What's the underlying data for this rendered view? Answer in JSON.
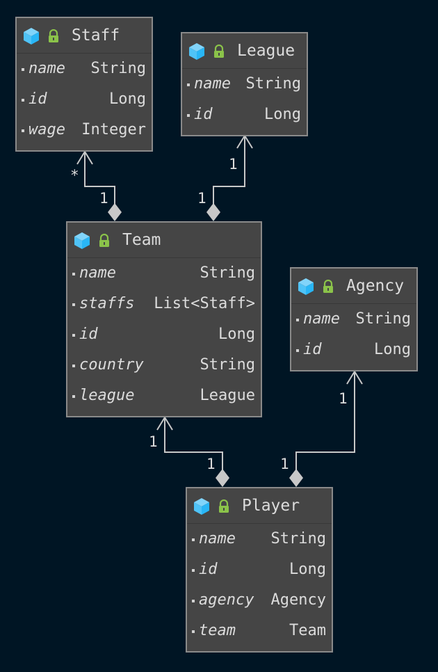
{
  "classes": {
    "staff": {
      "name": "Staff",
      "attributes": [
        {
          "name": "name",
          "type": "String"
        },
        {
          "name": "id",
          "type": "Long"
        },
        {
          "name": "wage",
          "type": "Integer"
        }
      ]
    },
    "league": {
      "name": "League",
      "attributes": [
        {
          "name": "name",
          "type": "String"
        },
        {
          "name": "id",
          "type": "Long"
        }
      ]
    },
    "team": {
      "name": "Team",
      "attributes": [
        {
          "name": "name",
          "type": "String"
        },
        {
          "name": "staffs",
          "type": "List<Staff>"
        },
        {
          "name": "id",
          "type": "Long"
        },
        {
          "name": "country",
          "type": "String"
        },
        {
          "name": "league",
          "type": "League"
        }
      ]
    },
    "agency": {
      "name": "Agency",
      "attributes": [
        {
          "name": "name",
          "type": "String"
        },
        {
          "name": "id",
          "type": "Long"
        }
      ]
    },
    "player": {
      "name": "Player",
      "attributes": [
        {
          "name": "name",
          "type": "String"
        },
        {
          "name": "id",
          "type": "Long"
        },
        {
          "name": "agency",
          "type": "Agency"
        },
        {
          "name": "team",
          "type": "Team"
        }
      ]
    }
  },
  "relations": {
    "team_staff": {
      "owner_mult": "1",
      "target_mult": "*"
    },
    "team_league": {
      "owner_mult": "1",
      "target_mult": "1"
    },
    "player_team": {
      "owner_mult": "1",
      "target_mult": "1"
    },
    "player_agency": {
      "owner_mult": "1",
      "target_mult": "1"
    }
  },
  "colors": {
    "background": "#001524",
    "class_fill": "#454545",
    "class_border": "#8a8a8a",
    "class_icon": "#4fc3f7",
    "lock_icon": "#8bc34a",
    "edge": "#c8c8c8"
  }
}
